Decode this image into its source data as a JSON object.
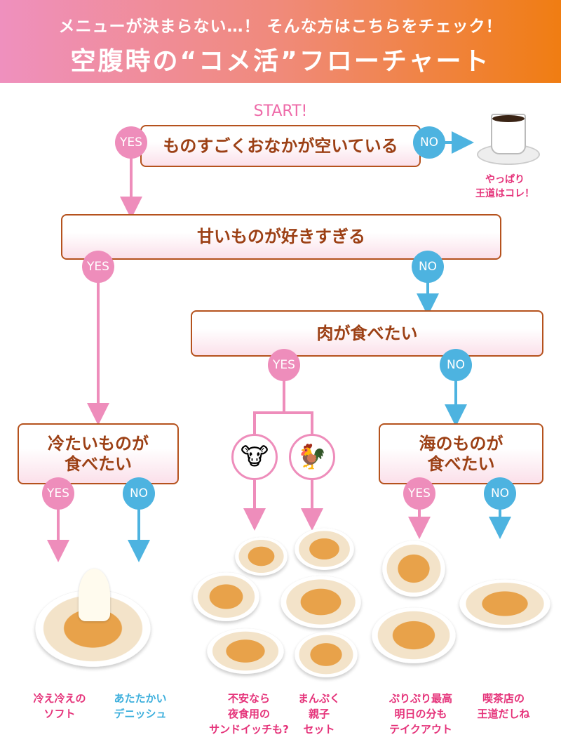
{
  "header": {
    "subtitle": "メニューが決まらない…！ そんな方はこちらをチェック！",
    "title": "空腹時の“コメ活”フローチャート"
  },
  "labels": {
    "start": "START!",
    "yes": "YES",
    "no": "NO"
  },
  "questions": {
    "q1": "ものすごくおなかが空いている",
    "q2": "甘いものが好きすぎる",
    "q3": "肉が食べたい",
    "q4": "冷たいものが\n食べたい",
    "q5": "海のものが\n食べたい"
  },
  "coffee_caption": "やっぱり\n王道はコレ！",
  "results": [
    {
      "text": "冷え冷えの\nソフト",
      "color": "#e5337a"
    },
    {
      "text": "あたたかい\nデニッシュ",
      "color": "#3aaedc"
    },
    {
      "text": "不安なら\n夜食用の\nサンドイッチも?",
      "color": "#e5337a"
    },
    {
      "text": "まんぷく\n親子\nセット",
      "color": "#e5337a"
    },
    {
      "text": "ぷりぷり最高\n明日の分も\nテイクアウト",
      "color": "#e5337a"
    },
    {
      "text": "喫茶店の\n王道だしね",
      "color": "#e5337a"
    }
  ],
  "colors": {
    "yes": "#ee8dbb",
    "no": "#4db3e0",
    "border": "#b5521d",
    "text": "#9c4015"
  }
}
